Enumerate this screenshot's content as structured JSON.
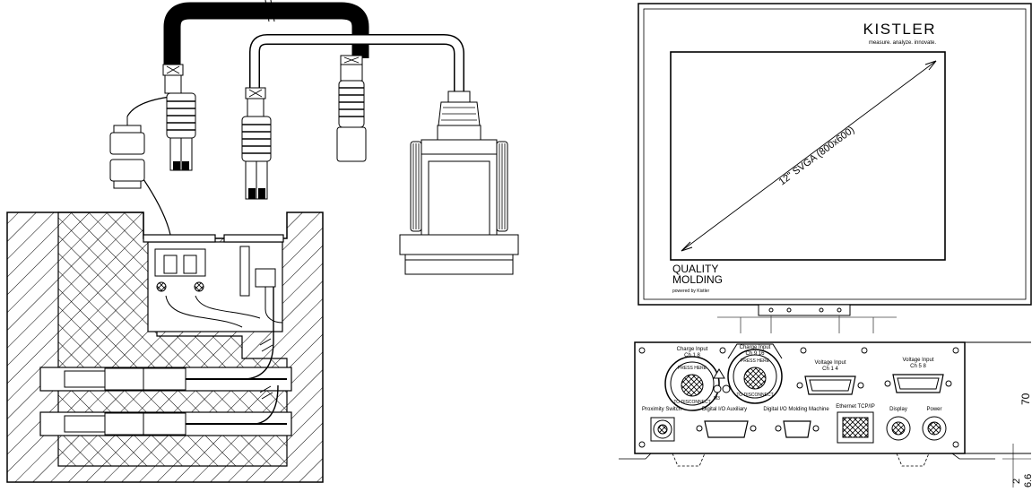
{
  "monitor": {
    "brand": "KISTLER",
    "tagline": "measure. analyze. innovate.",
    "screen_label": "12\" SVGA (800x600)",
    "logo_line1": "QUALITY",
    "logo_line2": "MOLDING",
    "logo_line3": "powered by Kistler"
  },
  "device": {
    "labels": {
      "charge_input_1_title": "Charge Input",
      "charge_input_1_ch": "Ch 1    8",
      "charge_input_2_title": "Charge Input",
      "charge_input_2_ch": "Ch 9   16",
      "voltage_input_1_title": "Voltage Input",
      "voltage_input_1_ch": "Ch 1    4",
      "voltage_input_2_title": "Voltage Input",
      "voltage_input_2_ch": "Ch 5    8",
      "proximity_switch": "Proximity Switch",
      "digital_io_aux": "Digital I/O Auxiliary",
      "digital_io_machine": "Digital I/O Molding Machine",
      "ethernet": "Ethernet TCP/IP",
      "display": "Display",
      "power": "Power",
      "connector_text_a": "PRESS HERE",
      "connector_text_b": "TO DISCONNECT",
      "ground_mark": "M3"
    }
  },
  "dimensions": {
    "height": "70",
    "offset": "2",
    "foot": "6.6"
  },
  "colors": {
    "line": "#000000",
    "background": "#ffffff",
    "thin_line": "#444444"
  }
}
